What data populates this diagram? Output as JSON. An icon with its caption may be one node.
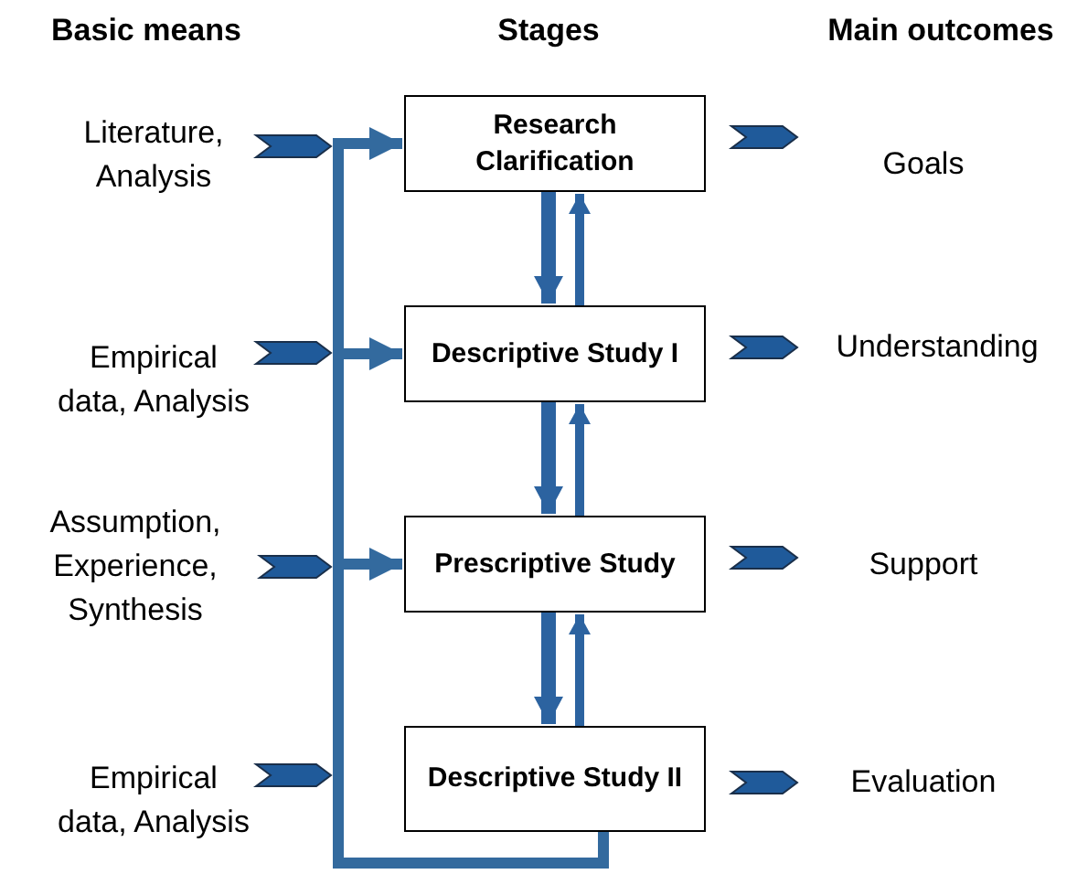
{
  "diagram": {
    "nodes": [
      {
        "text": [
          "Literature, Analysis"
        ]
      },
      {
        "text": [
          "Research Clarification"
        ]
      },
      {
        "text": [
          "Goals"
        ]
      },
      {
        "text": [
          "Empirical data, Analysis"
        ]
      },
      {
        "text": [
          "Descriptive Study I"
        ]
      },
      {
        "text": [
          "Understanding"
        ]
      },
      {
        "text": [
          "Assumption, Experience, Synthesis"
        ]
      },
      {
        "text": [
          "Prescriptive Study"
        ]
      },
      {
        "text": [
          "Support"
        ]
      },
      {
        "text": [
          "Empirical data, Analysis"
        ]
      },
      {
        "text": [
          "Descriptive Study II"
        ]
      },
      {
        "text": [
          "Evaluation"
        ]
      }
    ],
    "edges": [
      {
        "from": 0,
        "to": null,
        "arrow": "to"
      },
      {
        "from": 1,
        "to": 2,
        "arrow": "to"
      },
      {
        "from": 3,
        "to": null,
        "arrow": "to"
      },
      {
        "from": 4,
        "to": 5,
        "arrow": "to"
      },
      {
        "from": 6,
        "to": null,
        "arrow": "to"
      },
      {
        "from": 7,
        "to": 8,
        "arrow": "to"
      },
      {
        "from": 9,
        "to": null,
        "arrow": "to"
      },
      {
        "from": 10,
        "to": 11,
        "arrow": "to"
      },
      {
        "from": 10,
        "to": 1,
        "arrow": "to"
      },
      {
        "from": 10,
        "to": 4,
        "arrow": "to"
      },
      {
        "from": 10,
        "to": 7,
        "arrow": "to"
      },
      {
        "from": 1,
        "to": 4,
        "arrow": "to"
      },
      {
        "from": 4,
        "to": 1,
        "arrow": "to"
      },
      {
        "from": 4,
        "to": 7,
        "arrow": "to"
      },
      {
        "from": 7,
        "to": 4,
        "arrow": "to"
      },
      {
        "from": 7,
        "to": 10,
        "arrow": "to"
      },
      {
        "from": 10,
        "to": 7,
        "arrow": "to"
      }
    ],
    "labels": [
      "Basic means",
      "Stages",
      "Main outcomes"
    ]
  }
}
